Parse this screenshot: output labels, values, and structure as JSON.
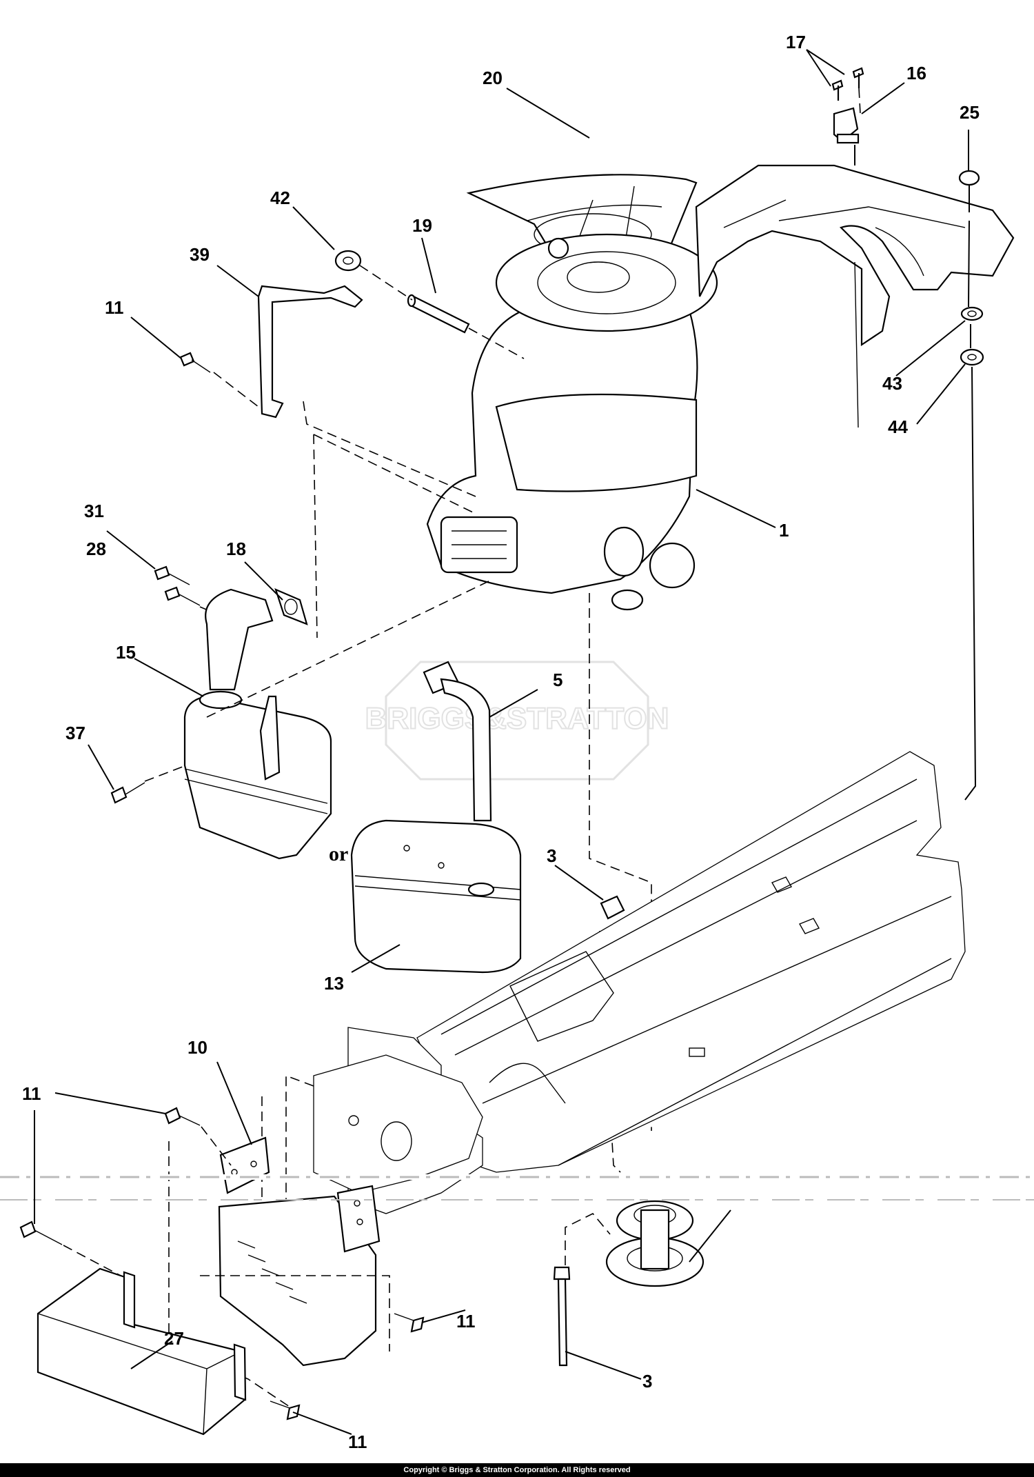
{
  "watermark": "BRIGGS&STRATTON",
  "or_label": "or",
  "copyright": "Copyright © Briggs & Stratton Corporation. All Rights reserved",
  "callouts": {
    "c17": "17",
    "c16": "16",
    "c25": "25",
    "c20": "20",
    "c42": "42",
    "c19": "19",
    "c39": "39",
    "c11a": "11",
    "c1": "1",
    "c43": "43",
    "c44": "44",
    "c31": "31",
    "c28": "28",
    "c18": "18",
    "c15": "15",
    "c5": "5",
    "c37": "37",
    "c3a": "3",
    "c13": "13",
    "c10": "10",
    "c11b": "11",
    "c11c": "11",
    "c11d": "11",
    "c27": "27",
    "c11e": "11",
    "c3b": "3"
  }
}
